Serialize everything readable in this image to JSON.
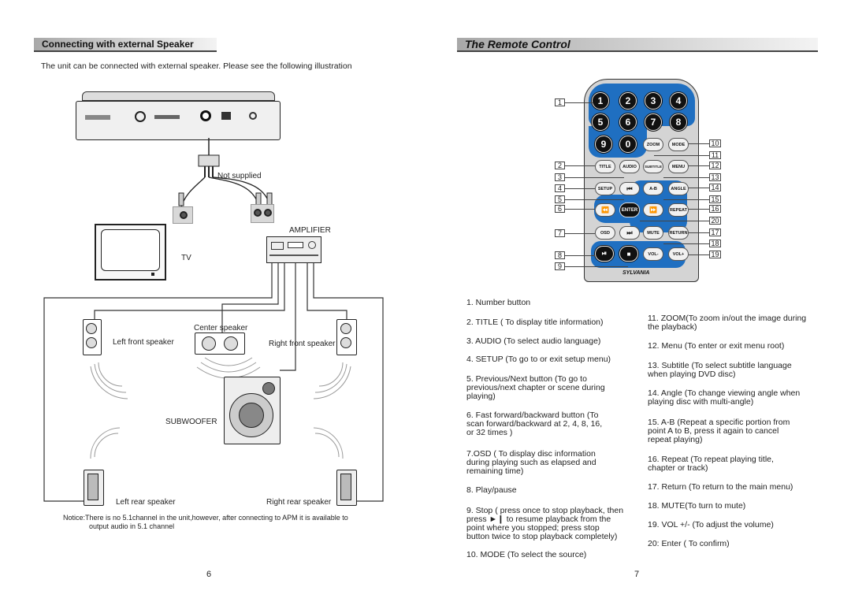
{
  "left_page": {
    "section_title": "Connecting with external Speaker",
    "intro": "The unit can be connected with external speaker. Please see the following illustration",
    "labels": {
      "not_supplied": "Not supplied",
      "amplifier": "AMPLIFIER",
      "tv": "TV",
      "center_speaker": "Center speaker",
      "left_front": "Left front speaker",
      "right_front": "Right front speaker",
      "subwoofer": "SUBWOOFER",
      "left_rear": "Left rear speaker",
      "right_rear": "Right rear speaker"
    },
    "notice_line1": "Notice:There is no 5.1channel in the unit,however, after connecting to APM it is available to",
    "notice_line2": "output audio in 5.1 channel",
    "page_number": "6"
  },
  "right_page": {
    "section_title": "The Remote Control",
    "remote": {
      "brand": "SYLVANIA",
      "number_buttons": [
        "1",
        "2",
        "3",
        "4",
        "5",
        "6",
        "7",
        "8",
        "9",
        "0"
      ],
      "zoom": "ZOOM",
      "mode": "MODE",
      "title": "TITLE",
      "audio": "AUDIO",
      "subtitle": "SUBTITLE",
      "menu": "MENU",
      "setup": "SETUP",
      "ab": "A-B",
      "angle": "ANGLE",
      "enter": "ENTER",
      "repeat": "REPEAT",
      "osd": "OSD",
      "mute": "MUTE",
      "return": "RETURN",
      "vol_minus": "VOL-",
      "vol_plus": "VOL+"
    },
    "callouts_left": [
      "1",
      "2",
      "3",
      "4",
      "5",
      "6",
      "7",
      "8",
      "9"
    ],
    "callouts_right": [
      "10",
      "11",
      "12",
      "13",
      "14",
      "15",
      "16",
      "20",
      "17",
      "18",
      "19"
    ],
    "functions_left": [
      [
        "1. Number button"
      ],
      [
        "2. TITLE ( To display title information)"
      ],
      [
        "3. AUDIO (To select audio language)"
      ],
      [
        "4. SETUP (To go to or exit setup menu)"
      ],
      [
        "5. Previous/Next button (To go to",
        "    previous/next chapter or scene during",
        "    playing)"
      ],
      [
        "6. Fast forward/backward button (To",
        "    scan forward/backward at 2, 4, 8, 16,",
        "    or 32 times )"
      ],
      [
        "7.OSD ( To display disc information",
        "   during playing such as elapsed and",
        "   remaining time)"
      ],
      [
        "8. Play/pause"
      ],
      [
        "9. Stop ( press once to stop playback, then",
        "    press  ►❙  to resume playback from the",
        "    point where you stopped; press stop",
        "button twice to stop playback completely)"
      ],
      [
        "10. MODE (To select the source)"
      ]
    ],
    "functions_right": [
      [
        "11. ZOOM(To zoom in/out the image during",
        "      the playback)"
      ],
      [
        "12. Menu (To enter or exit menu root)"
      ],
      [
        "13. Subtitle (To select subtitle language",
        "      when playing DVD disc)"
      ],
      [
        "14. Angle (To change viewing angle when",
        "      playing disc with multi-angle)"
      ],
      [
        "15. A-B (Repeat a specific portion from",
        "      point A to B, press it again to cancel",
        "      repeat playing)"
      ],
      [
        "16. Repeat (To repeat playing title,",
        "      chapter or track)"
      ],
      [
        "17. Return (To return to the main menu)"
      ],
      [
        "18. MUTE(To turn to mute)"
      ],
      [
        "19. VOL +/-  (To adjust the volume)"
      ],
      [
        "20: Enter ( To confirm)"
      ]
    ],
    "page_number": "7"
  }
}
